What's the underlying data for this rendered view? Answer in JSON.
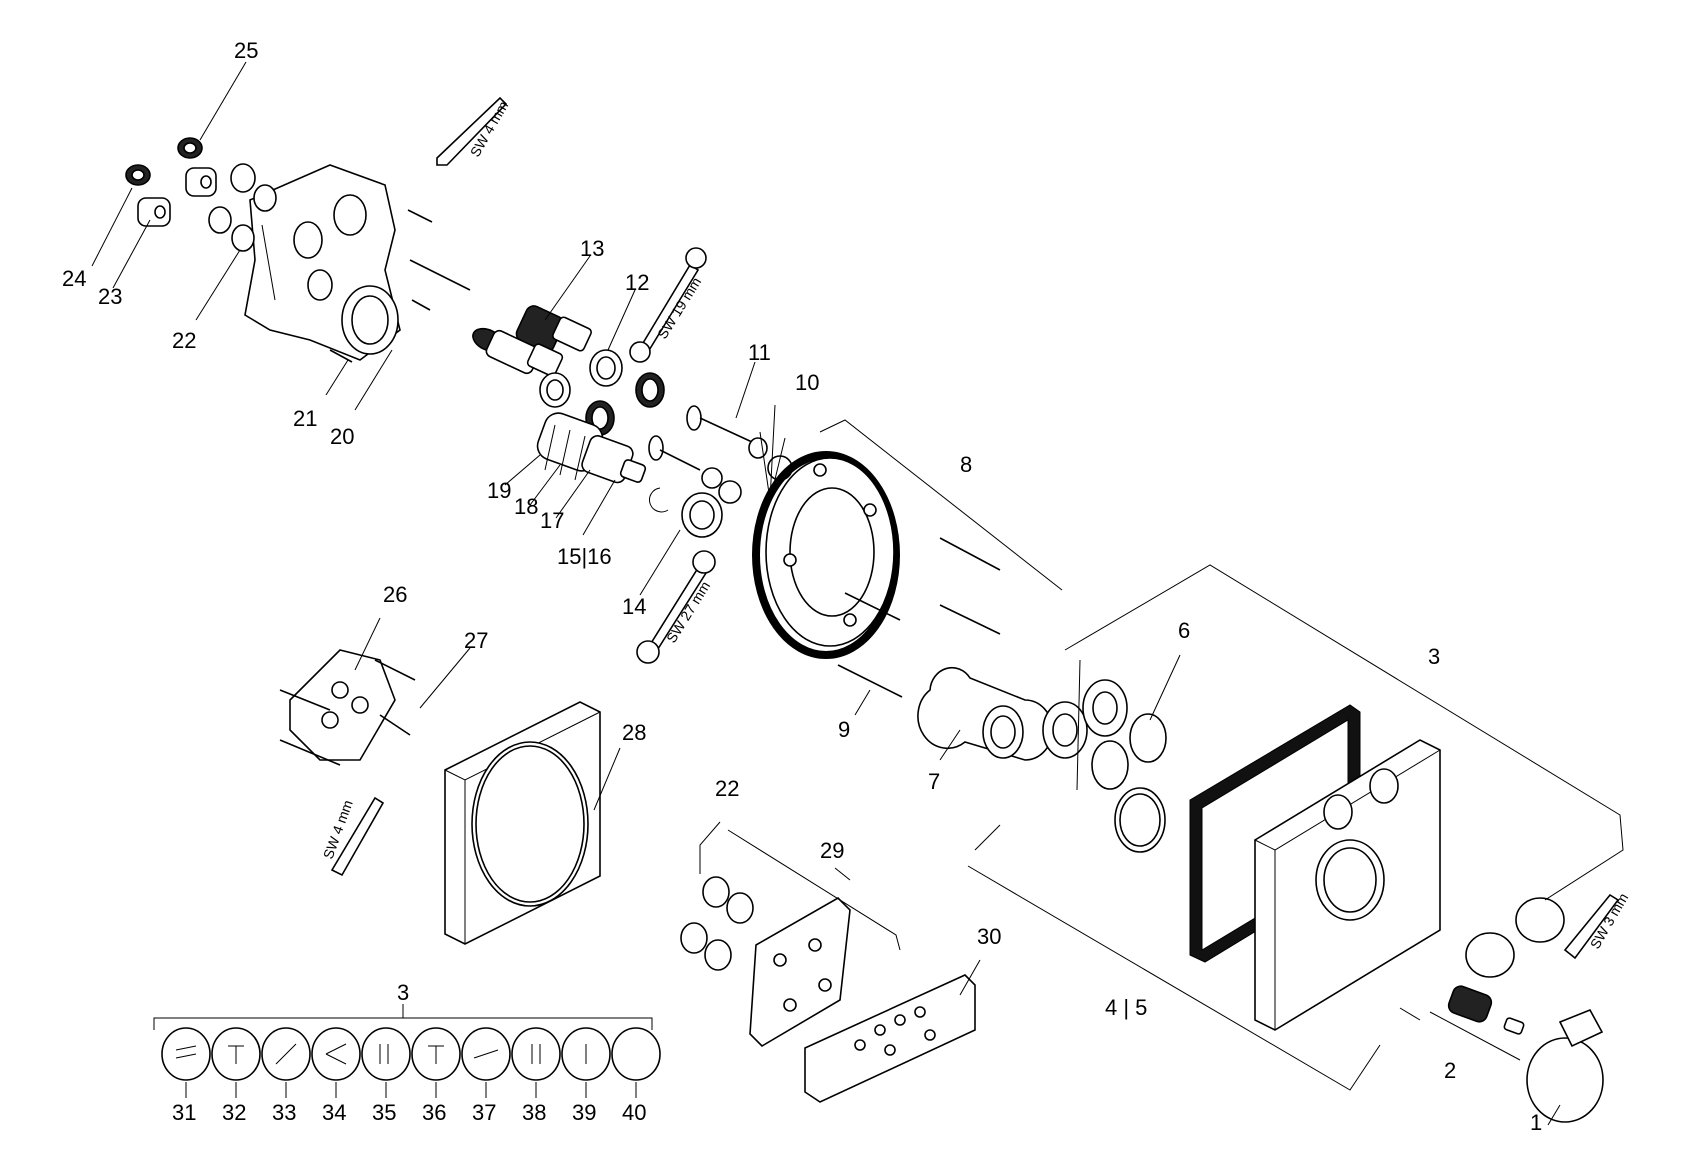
{
  "labels": {
    "l1": "1",
    "l2": "2",
    "l3a": "3",
    "l3b": "3",
    "l4_5": "4 | 5",
    "l6": "6",
    "l7": "7",
    "l8": "8",
    "l9": "9",
    "l10": "10",
    "l11": "11",
    "l12": "12",
    "l13": "13",
    "l14": "14",
    "l15_16": "15|16",
    "l17": "17",
    "l18": "18",
    "l19": "19",
    "l20": "20",
    "l21": "21",
    "l22a": "22",
    "l22b": "22",
    "l23": "23",
    "l24": "24",
    "l25": "25",
    "l26": "26",
    "l27": "27",
    "l28": "28",
    "l29": "29",
    "l30": "30",
    "l31": "31",
    "l32": "32",
    "l33": "33",
    "l34": "34",
    "l35": "35",
    "l36": "36",
    "l37": "37",
    "l38": "38",
    "l39": "39",
    "l40": "40"
  },
  "tools": {
    "sw4_top": "SW 4 mm",
    "sw19": "SW 19 mm",
    "sw27": "SW 27 mm",
    "sw4_left": "SW 4 mm",
    "sw3": "SW 3 mm"
  },
  "knob_series": [
    "31",
    "32",
    "33",
    "34",
    "35",
    "36",
    "37",
    "38",
    "39",
    "40"
  ]
}
